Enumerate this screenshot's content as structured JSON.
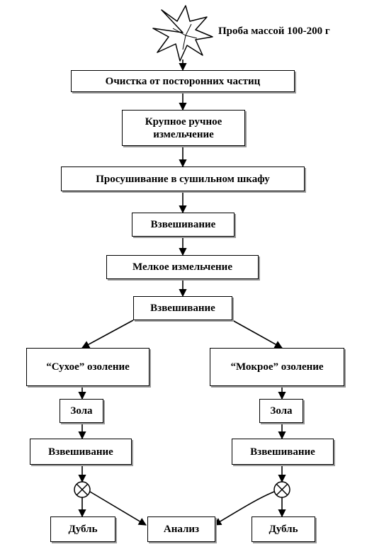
{
  "sample": {
    "label": "Проба массой 100-200 г"
  },
  "steps": {
    "cleaning": "Очистка от посторонних частиц",
    "coarse_grinding": "Крупное ручное измельчение",
    "drying": "Просушивание в сушильном шкафу",
    "weighing1": "Взвешивание",
    "fine_grinding": "Мелкое измельчение",
    "weighing2": "Взвешивание"
  },
  "dry_branch": {
    "ashing": "“Сухое” озоление",
    "ash": "Зола",
    "weighing": "Взвешивание",
    "duplicate": "Дубль"
  },
  "wet_branch": {
    "ashing": "“Мокрое” озоление",
    "ash": "Зола",
    "weighing": "Взвешивание",
    "duplicate": "Дубль"
  },
  "analysis": "Анализ",
  "colors": {
    "line": "#000000",
    "box_fill": "#ffffff",
    "shadow": "#9a9a9a"
  },
  "icons": {
    "sample": "plant-leaf-icon",
    "splitter": "crossed-circle-icon"
  }
}
